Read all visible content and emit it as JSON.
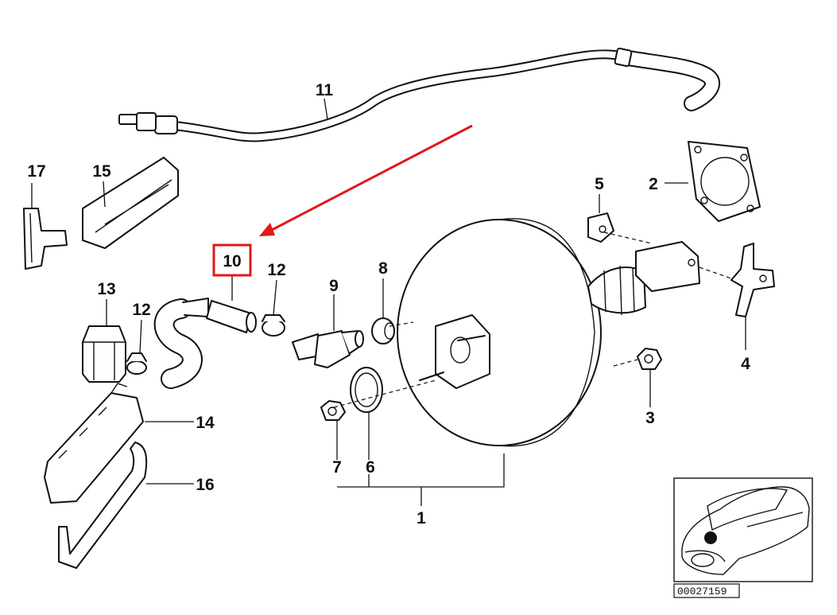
{
  "callouts": {
    "c1": "1",
    "c2": "2",
    "c3": "3",
    "c4": "4",
    "c5": "5",
    "c6": "6",
    "c7": "7",
    "c8": "8",
    "c9": "9",
    "c10": "10",
    "c11": "11",
    "c12a": "12",
    "c12b": "12",
    "c13": "13",
    "c14": "14",
    "c15": "15",
    "c16": "16",
    "c17": "17"
  },
  "highlight": {
    "part": "10",
    "color": "#e0191b"
  },
  "arrow": {
    "color": "#e0191b",
    "points_to": "10"
  },
  "reference_number": "00027159",
  "colors": {
    "line": "#111111",
    "background": "#ffffff"
  }
}
